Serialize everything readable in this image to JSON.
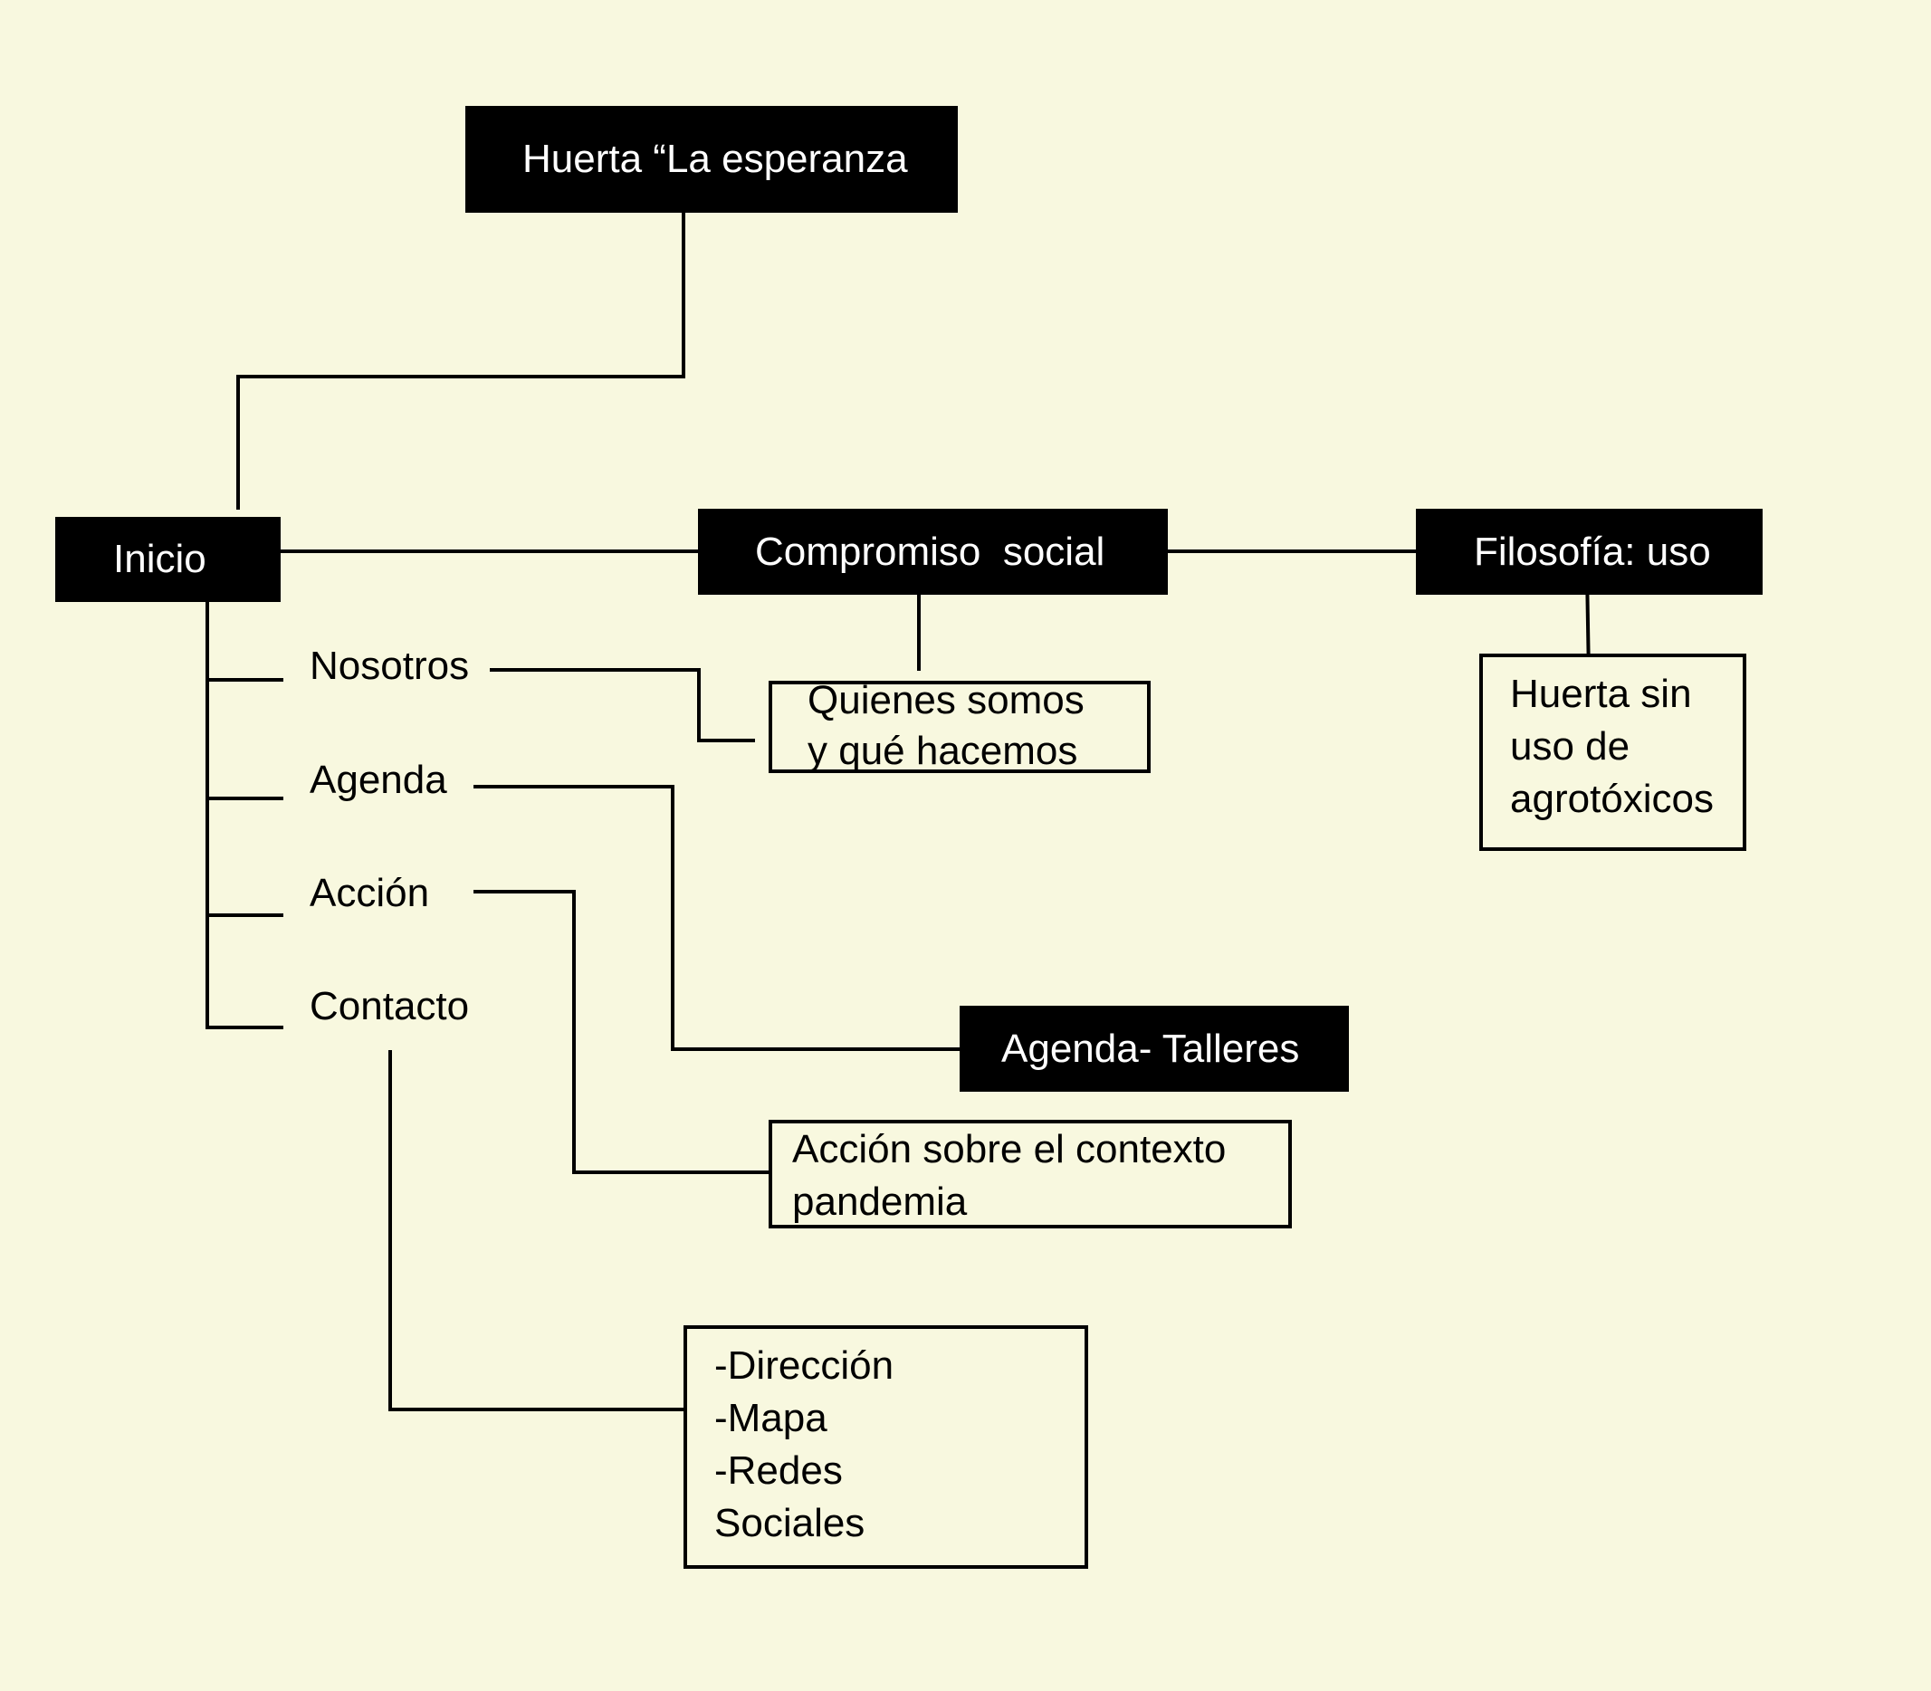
{
  "diagram": {
    "title": "Huerta “La esperanza",
    "root": "Inicio",
    "compromiso": "Compromiso  social",
    "filosofia": "Filosofía: uso",
    "quienes": [
      "Quienes somos",
      "y qué hacemos"
    ],
    "huerta_sin": [
      "Huerta sin",
      "uso de",
      "agrotóxicos"
    ],
    "menu": [
      "Nosotros",
      "Agenda",
      "Acción",
      "Contacto"
    ],
    "agenda_talleres": "Agenda- Talleres",
    "accion_box": [
      "Acción sobre el contexto",
      "pandemia"
    ],
    "contacto_box": [
      "-Dirección",
      "-Mapa",
      "-Redes",
      "Sociales"
    ]
  },
  "colors": {
    "background": "#f8f8df",
    "box_dark": "#000000",
    "text_light": "#ffffff"
  }
}
